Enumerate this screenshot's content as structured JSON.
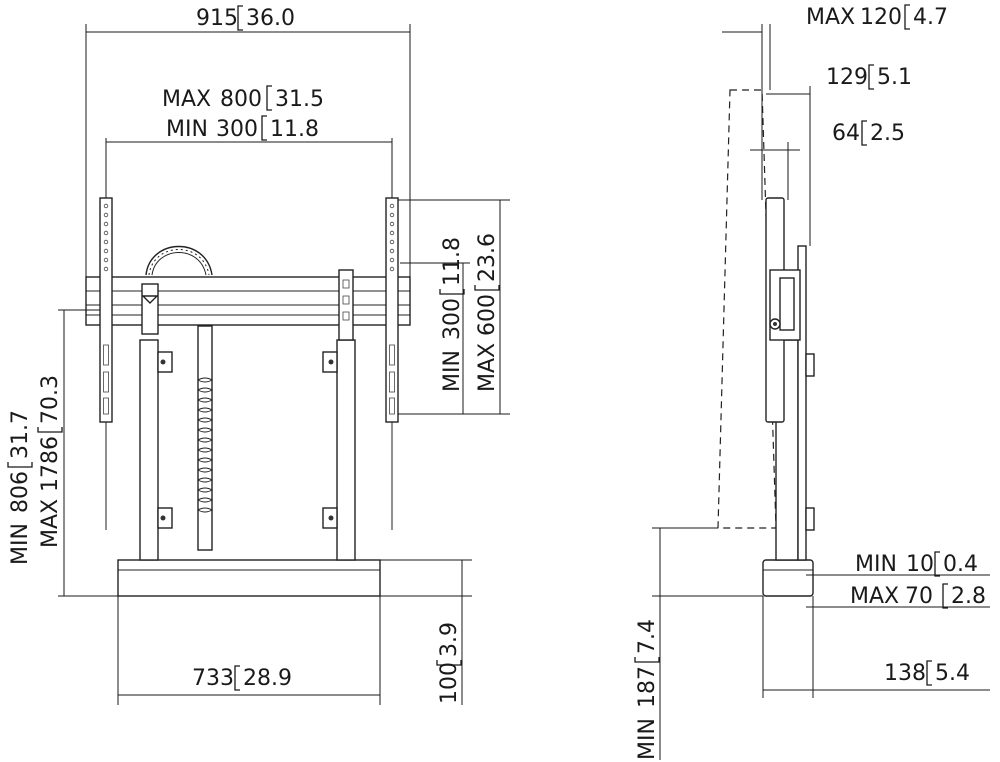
{
  "dimensions": {
    "overall_width": {
      "value": "915",
      "inch": "36.0"
    },
    "vesa_max": {
      "prefix": "MAX",
      "value": "800",
      "inch": "31.5"
    },
    "vesa_min": {
      "prefix": "MIN",
      "value": "300",
      "inch": "11.8"
    },
    "pattern_min_h": {
      "prefix": "MIN",
      "value": "300",
      "inch": "11.8"
    },
    "pattern_max_h": {
      "prefix": "MAX",
      "value": "600",
      "inch": "23.6"
    },
    "height_min": {
      "prefix": "MIN",
      "value": "806",
      "inch": "31.7"
    },
    "height_max": {
      "prefix": "MAX",
      "value": "1786",
      "inch": "70.3"
    },
    "base_width": {
      "value": "733",
      "inch": "28.9"
    },
    "base_height": {
      "value": "100",
      "inch": "3.9"
    },
    "tilt_max": {
      "prefix": "MAX",
      "value": "120",
      "inch": "4.7"
    },
    "depth_129": {
      "value": "129",
      "inch": "5.1"
    },
    "depth_64": {
      "value": "64",
      "inch": "2.5"
    },
    "wall_min": {
      "prefix": "MIN",
      "value": "10",
      "inch": "0.4"
    },
    "wall_max": {
      "prefix": "MAX",
      "value": "70",
      "inch": "2.8"
    },
    "base_depth": {
      "value": "138",
      "inch": "5.4"
    },
    "floor_min": {
      "prefix": "MIN",
      "value": "187",
      "inch": "7.4"
    }
  }
}
